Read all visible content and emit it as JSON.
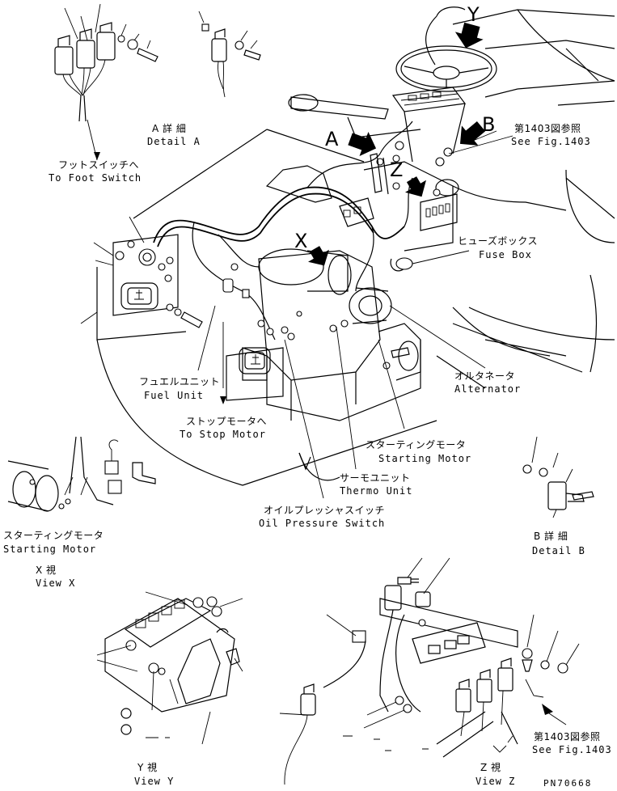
{
  "view_letters": {
    "y": "Y",
    "b": "B",
    "a": "A",
    "z": "Z",
    "x": "X"
  },
  "labels": {
    "detail_a_jp": "A 詳 細",
    "detail_a_en": "Detail A",
    "foot_switch_jp": "フットスイッチへ",
    "foot_switch_en": "To Foot Switch",
    "see_fig_top_jp": "第1403図参照",
    "see_fig_top_en": "See Fig.1403",
    "fuse_box_jp": "ヒューズボックス",
    "fuse_box_en": "Fuse Box",
    "alternator_jp": "オルタネータ",
    "alternator_en": "Alternator",
    "fuel_unit_jp": "フュエルユニット",
    "fuel_unit_en": "Fuel Unit",
    "stop_motor_jp": "ストップモータへ",
    "stop_motor_en": "To Stop Motor",
    "starting_motor_main_jp": "スターティングモータ",
    "starting_motor_main_en": "Starting Motor",
    "thermo_unit_jp": "サーモユニット",
    "thermo_unit_en": "Thermo Unit",
    "oil_pressure_jp": "オイルプレッシャスイッチ",
    "oil_pressure_en": "Oil Pressure Switch",
    "starting_motor_left_jp": "スターティングモータ",
    "starting_motor_left_en": "Starting Motor",
    "view_x_jp": "X 視",
    "view_x_en": "View X",
    "detail_b_jp": "B 詳 細",
    "detail_b_en": "Detail B",
    "view_y_jp": "Y 視",
    "view_y_en": "View Y",
    "view_z_jp": "Z 視",
    "view_z_en": "View Z",
    "see_fig_bottom_jp": "第1403図参照",
    "see_fig_bottom_en": "See Fig.1403",
    "part_number": "PN70668"
  }
}
